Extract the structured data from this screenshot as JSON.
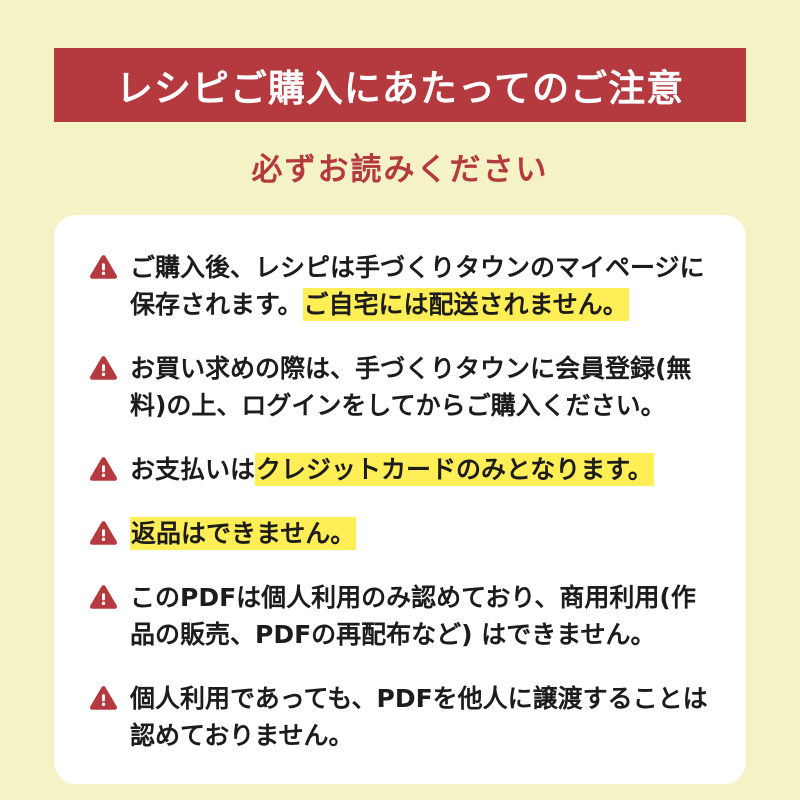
{
  "colors": {
    "background": "#f5f2c6",
    "accent": "#b43a3f",
    "highlight": "#ffee55",
    "panel": "#ffffff",
    "text": "#1c1c1c"
  },
  "header": {
    "title": "レシピご購入にあたってのご注意",
    "subtitle": "必ずお読みください"
  },
  "icons": {
    "warning": "warning-triangle-exclamation"
  },
  "notices": [
    {
      "segments": [
        {
          "text": "ご購入後、レシピは手づくりタウンのマイページに保存されます。",
          "highlight": false
        },
        {
          "text": "ご自宅には配送されません。",
          "highlight": true
        }
      ]
    },
    {
      "segments": [
        {
          "text": "お買い求めの際は、手づくりタウンに会員登録(無料)の上、ログインをしてからご購入ください。",
          "highlight": false
        }
      ]
    },
    {
      "segments": [
        {
          "text": "お支払いは",
          "highlight": false
        },
        {
          "text": "クレジットカードのみとなります。",
          "highlight": true
        }
      ]
    },
    {
      "segments": [
        {
          "text": "返品はできません。",
          "highlight": true
        }
      ]
    },
    {
      "segments": [
        {
          "text": "このPDFは個人利用のみ認めており、商用利用(作品の販売、PDFの再配布など) はできません。",
          "highlight": false
        }
      ]
    },
    {
      "segments": [
        {
          "text": "個人利用であっても、PDFを他人に譲渡することは認めておりません。",
          "highlight": false
        }
      ]
    }
  ]
}
